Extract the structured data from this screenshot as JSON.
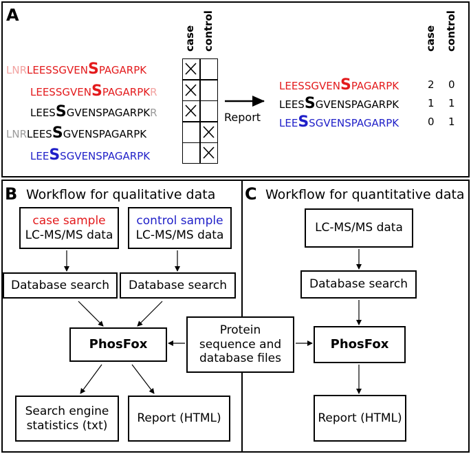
{
  "panel_a": {
    "label": "A",
    "col_case": "case",
    "col_control": "control",
    "report_label": "Report",
    "inputs": [
      {
        "parts": [
          [
            "LNR",
            "pink"
          ],
          [
            "LEESSGVEN",
            "red"
          ],
          [
            "S",
            "red",
            true
          ],
          [
            "PAGARPK",
            "red"
          ]
        ],
        "case": true,
        "control": false
      },
      {
        "parts": [
          [
            "LEESSGVEN",
            "red"
          ],
          [
            "S",
            "red",
            true
          ],
          [
            "PAGARPK",
            "red"
          ],
          [
            "R",
            "pink"
          ]
        ],
        "case": true,
        "control": false
      },
      {
        "parts": [
          [
            "LEES",
            ""
          ],
          [
            "S",
            "",
            true
          ],
          [
            "GVENSPAGARPK",
            ""
          ],
          [
            "R",
            "gray"
          ]
        ],
        "case": true,
        "control": false
      },
      {
        "parts": [
          [
            "LNR",
            "gray"
          ],
          [
            "LEES",
            ""
          ],
          [
            "S",
            "",
            true
          ],
          [
            "GVENSPAGARPK",
            ""
          ]
        ],
        "case": false,
        "control": true
      },
      {
        "parts": [
          [
            "LEE",
            "blue"
          ],
          [
            "S",
            "blue",
            true
          ],
          [
            "SGVENSPAGARPK",
            "blue"
          ]
        ],
        "case": false,
        "control": true
      }
    ],
    "outputs": [
      {
        "parts": [
          [
            "LEESSGVEN",
            "red"
          ],
          [
            "S",
            "red",
            true
          ],
          [
            "PAGARPK",
            "red"
          ]
        ],
        "case": "2",
        "control": "0"
      },
      {
        "parts": [
          [
            "LEES",
            ""
          ],
          [
            "S",
            "",
            true
          ],
          [
            "GVENSPAGARPK",
            ""
          ]
        ],
        "case": "1",
        "control": "1"
      },
      {
        "parts": [
          [
            "LEE",
            "blue"
          ],
          [
            "S",
            "blue",
            true
          ],
          [
            "SGVENSPAGARPK",
            "blue"
          ]
        ],
        "case": "0",
        "control": "1"
      }
    ]
  },
  "panel_b": {
    "label": "B",
    "title": "Workflow for qualitative data",
    "case_sample": "case sample",
    "control_sample": "control sample",
    "lcms": "LC-MS/MS data",
    "db_search": "Database search",
    "phosfox": "PhosFox",
    "stats": "Search engine statistics (txt)",
    "report": "Report (HTML)"
  },
  "shared": {
    "protein": "Protein sequence and database files"
  },
  "panel_c": {
    "label": "C",
    "title": "Workflow for quantitative data",
    "lcms": "LC-MS/MS data",
    "db_search": "Database search",
    "phosfox": "PhosFox",
    "report": "Report (HTML)"
  },
  "colors": {
    "red": "#e31a1c",
    "blue": "#1f1fc8",
    "pink": "#f2a2a0",
    "gray": "#9a9a9a"
  }
}
